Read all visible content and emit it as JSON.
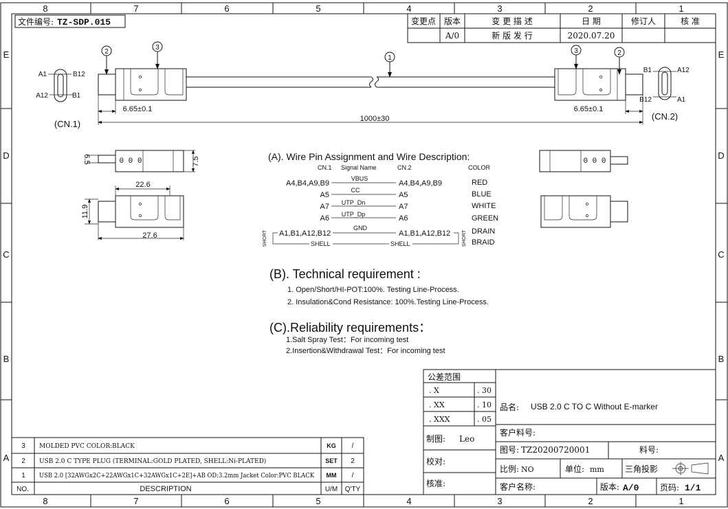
{
  "frame": {
    "top_cols": [
      "8",
      "7",
      "6",
      "5",
      "4",
      "3",
      "2",
      "1"
    ],
    "bottom_cols": [
      "8",
      "7",
      "6",
      "5",
      "4",
      "3",
      "2",
      "1"
    ],
    "rows": [
      "E",
      "D",
      "C",
      "B",
      "A"
    ]
  },
  "doc_number": {
    "label": "文件编号:",
    "value": "TZ-SDP.015"
  },
  "revision_table": {
    "headers": [
      "变更点",
      "版本",
      "变 更 描 述",
      "日 期",
      "修订人",
      "核 准"
    ],
    "row": [
      "",
      "A/0",
      "新 版 发 行",
      "2020.07.20",
      "",
      ""
    ]
  },
  "drawing": {
    "balloons": [
      "1",
      "2",
      "3",
      "3",
      "2"
    ],
    "cn1_label": "(CN.1)",
    "cn2_label": "(CN.2)",
    "cn1_pins": [
      "A1",
      "B12",
      "A12",
      "B1"
    ],
    "cn2_pins": [
      "B1",
      "A12",
      "B12",
      "A1"
    ],
    "dim_left": "6.65±0.1",
    "dim_right": "6.65±0.1",
    "dim_length": "1000±30",
    "dim_6_5": "6.5",
    "dim_7_5": "7.5",
    "dim_22_6": "22.6",
    "dim_11_9": "11.9",
    "dim_27_6": "27.6",
    "marking_left": "0 0 0",
    "marking_right": "0 0 0"
  },
  "section_a": {
    "title": "(A). Wire Pin Assignment and Wire Description:",
    "headers": {
      "cn1": "CN.1",
      "signal": "Signal Name",
      "cn2": "CN.2",
      "color": "COLOR"
    },
    "rows": [
      {
        "cn1": "A4,B4,A9,B9",
        "signal": "VBUS",
        "cn2": "A4,B4,A9,B9",
        "color": "RED"
      },
      {
        "cn1": "A5",
        "signal": "CC",
        "cn2": "A5",
        "color": "BLUE"
      },
      {
        "cn1": "A7",
        "signal": "UTP_Dn",
        "cn2": "A7",
        "color": "WHITE"
      },
      {
        "cn1": "A6",
        "signal": "UTP_Dp",
        "cn2": "A6",
        "color": "GREEN"
      },
      {
        "cn1": "A1,B1,A12,B12",
        "signal": "GND",
        "cn2": "A1,B1,A12,B12",
        "color": "DRAIN"
      },
      {
        "cn1": "SHELL",
        "signal": "",
        "cn2": "SHELL",
        "color": "BRAID"
      }
    ],
    "short_label": "SHORT"
  },
  "section_b": {
    "title": "(B). Technical requirement :",
    "items": [
      "1. Open/Short/HI-POT:100%. Testing Line-Process.",
      "2. Insulation&Cond Resistance: 100%.Testing Line-Process."
    ]
  },
  "section_c": {
    "title": "(C).Reliability requirements：",
    "items": [
      "1.Salt Spray Test：For incoming test",
      "2.Insertion&Withdrawal Test：For incoming test"
    ]
  },
  "tolerance": {
    "title": "公差范围",
    "rows": [
      {
        "k": ". X",
        "v": ". 30"
      },
      {
        "k": ". XX",
        "v": ". 10"
      },
      {
        "k": ". XXX",
        "v": ". 05"
      }
    ]
  },
  "title_block": {
    "product_label": "品名:",
    "product_value": "USB 2.0 C TO C Without E-marker",
    "customer_part_label": "客户料号:",
    "drawn_label": "制图:",
    "drawn_value": "Leo",
    "check_label": "校对:",
    "approve_label": "核准:",
    "drawing_no_label": "图号:",
    "drawing_no_value": "TZ20200720001",
    "part_no_label": "料号:",
    "scale_label": "比例:",
    "scale_value": "NO",
    "unit_label": "单位:",
    "unit_value": "mm",
    "projection_label": "三角投影",
    "customer_name_label": "客户名称:",
    "version_label": "版本:",
    "version_value": "A/0",
    "page_label": "页码:",
    "page_value": "1/1"
  },
  "bom": {
    "headers": {
      "no": "NO.",
      "desc": "DESCRIPTION",
      "um": "U/M",
      "qty": "Q'TY"
    },
    "rows": [
      {
        "no": "3",
        "desc": "MOLDED PVC COLOR:BLACK",
        "um": "KG",
        "qty": "/"
      },
      {
        "no": "2",
        "desc": "USB 2.0 C TYPE PLUG (TERMINAL:GOLD PLATED, SHELL:Ni-PLATED)",
        "um": "SET",
        "qty": "2"
      },
      {
        "no": "1",
        "desc": "USB 2.0 [32AWGx2C+22AWGx1C+32AWGx1C+2E]+AB OD:3.2mm Jacket Color:PVC BLACK",
        "um": "MM",
        "qty": "/"
      }
    ]
  }
}
